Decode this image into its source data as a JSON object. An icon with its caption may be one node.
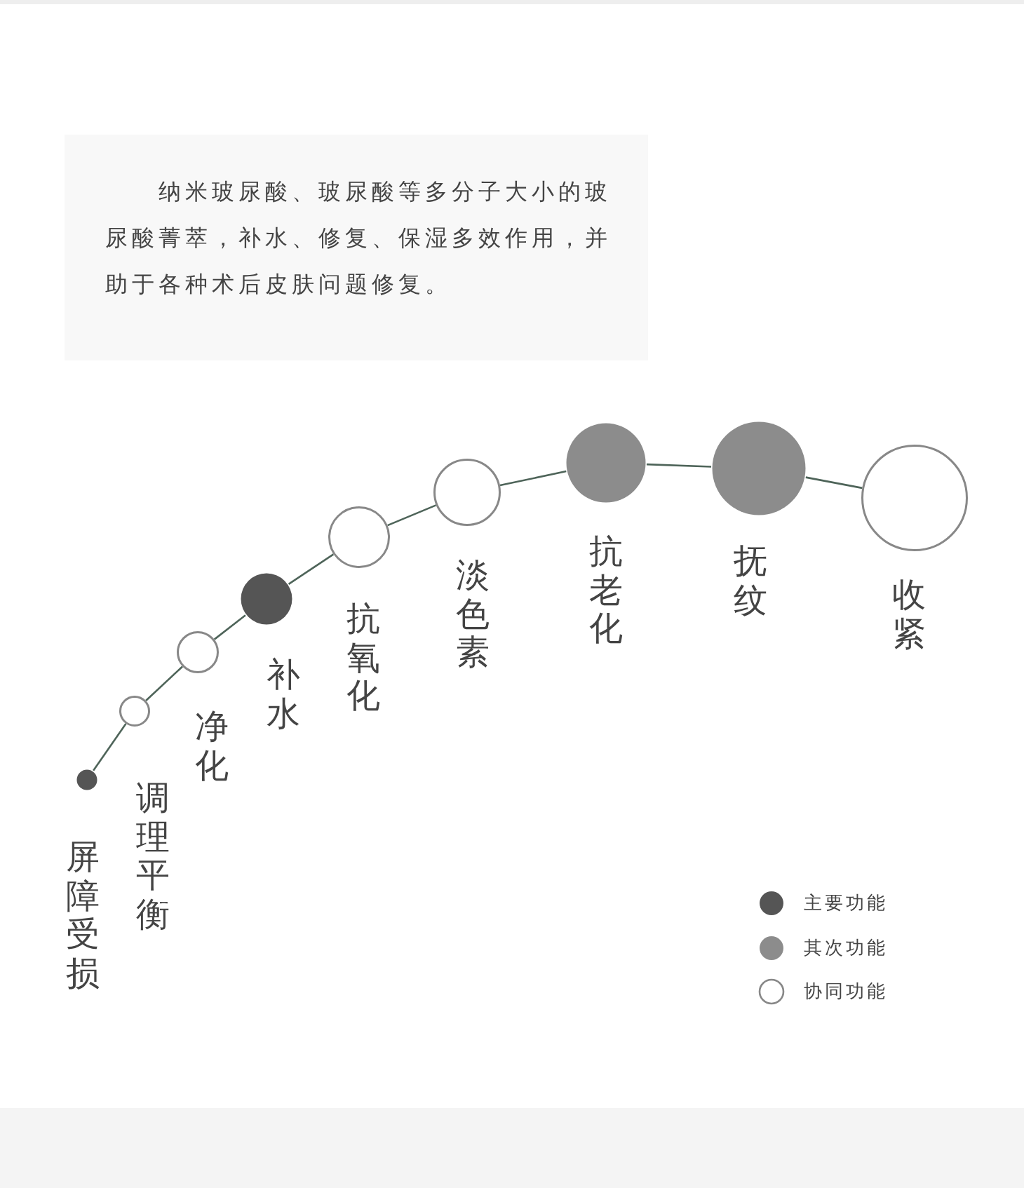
{
  "diagram": {
    "nodes": [
      {
        "text": [
          "纳米玻尿酸、玻尿酸等多分子大小的玻尿酸菁萃，补水、修复、保湿多效作用，并助于各种术后皮肤问题修复。"
        ]
      },
      {
        "text": [
          "屏障受损"
        ]
      },
      {
        "text": [
          "调理平衡"
        ]
      },
      {
        "text": [
          "净化"
        ]
      },
      {
        "text": [
          "补水"
        ]
      },
      {
        "text": [
          "抗氧化"
        ]
      },
      {
        "text": [
          "淡色素"
        ]
      },
      {
        "text": [
          "抗老化"
        ]
      },
      {
        "text": [
          "抚纹"
        ]
      },
      {
        "text": [
          "收紧"
        ]
      }
    ],
    "edges": [
      {
        "from": 1,
        "to": 2,
        "arrow": "none"
      },
      {
        "from": 2,
        "to": 3,
        "arrow": "none"
      },
      {
        "from": 3,
        "to": 4,
        "arrow": "none"
      },
      {
        "from": 4,
        "to": 5,
        "arrow": "none"
      },
      {
        "from": 5,
        "to": 6,
        "arrow": "none"
      },
      {
        "from": 6,
        "to": 7,
        "arrow": "none"
      },
      {
        "from": 7,
        "to": 8,
        "arrow": "none"
      },
      {
        "from": 8,
        "to": 9,
        "arrow": "none"
      }
    ],
    "legend": [
      {
        "text": "主要功能",
        "color": "#555555"
      },
      {
        "text": "其次功能",
        "color": "#8c8c8c"
      },
      {
        "text": "协同功能",
        "color": "#ffffff"
      }
    ]
  }
}
